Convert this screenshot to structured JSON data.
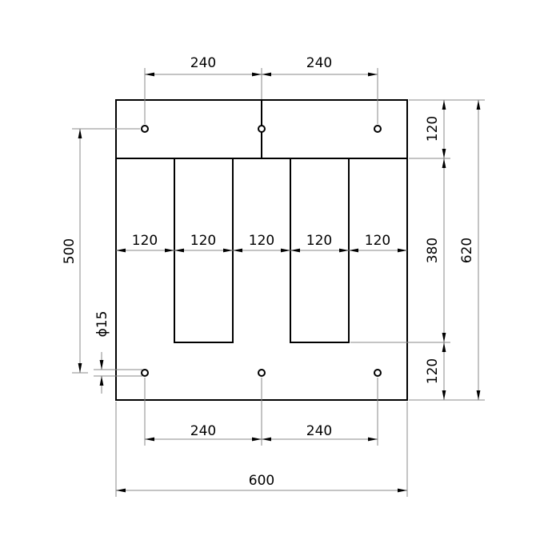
{
  "drawing": {
    "units_hidden": true,
    "line_color": "#000000",
    "dimension_color": "#888888",
    "dimensions": {
      "top_left_spacing": "240",
      "top_right_spacing": "240",
      "bottom_left_spacing": "240",
      "bottom_right_spacing": "240",
      "overall_width": "600",
      "segment_1": "120",
      "segment_2": "120",
      "segment_3": "120",
      "segment_4": "120",
      "segment_5": "120",
      "top_yoke_height": "120",
      "window_height": "380",
      "bottom_yoke_height": "120",
      "overall_height": "620",
      "hole_vertical_spacing": "500",
      "hole_diameter": "ϕ15"
    }
  }
}
